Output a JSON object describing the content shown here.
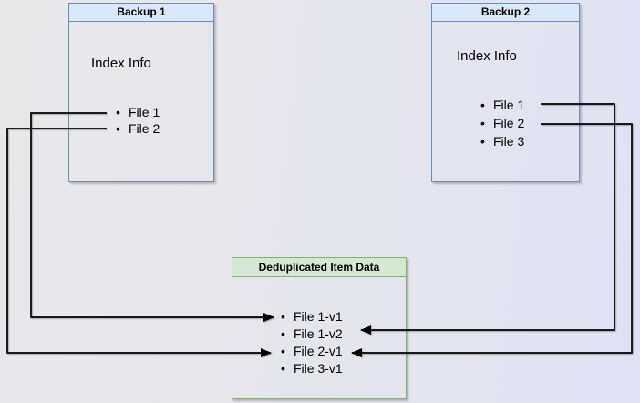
{
  "backup1": {
    "title": "Backup 1",
    "subtitle": "Index Info",
    "files": [
      "File 1",
      "File 2"
    ]
  },
  "backup2": {
    "title": "Backup 2",
    "subtitle": "Index Info",
    "files": [
      "File 1",
      "File 2",
      "File 3"
    ]
  },
  "dedup": {
    "title": "Deduplicated Item Data",
    "items": [
      "File 1-v1",
      "File 1-v2",
      "File 2-v1",
      "File 3-v1"
    ]
  },
  "bullet_glyph": "•",
  "connections": [
    {
      "from": "Backup 1 / File 1",
      "to": "File 1-v1"
    },
    {
      "from": "Backup 1 / File 2",
      "to": "File 2-v1"
    },
    {
      "from": "Backup 2 / File 1",
      "to": "File 1-v2"
    },
    {
      "from": "Backup 2 / File 2",
      "to": "File 2-v1"
    }
  ],
  "colors": {
    "backup_header_fill": "#dae8fc",
    "backup_border": "#6c8ebf",
    "dedup_header_fill": "#d5e8d4",
    "dedup_border": "#82b366",
    "connector": "#000000",
    "canvas_left": "#e9e8e9",
    "canvas_right": "#e0e2f4",
    "text": "#000000"
  }
}
